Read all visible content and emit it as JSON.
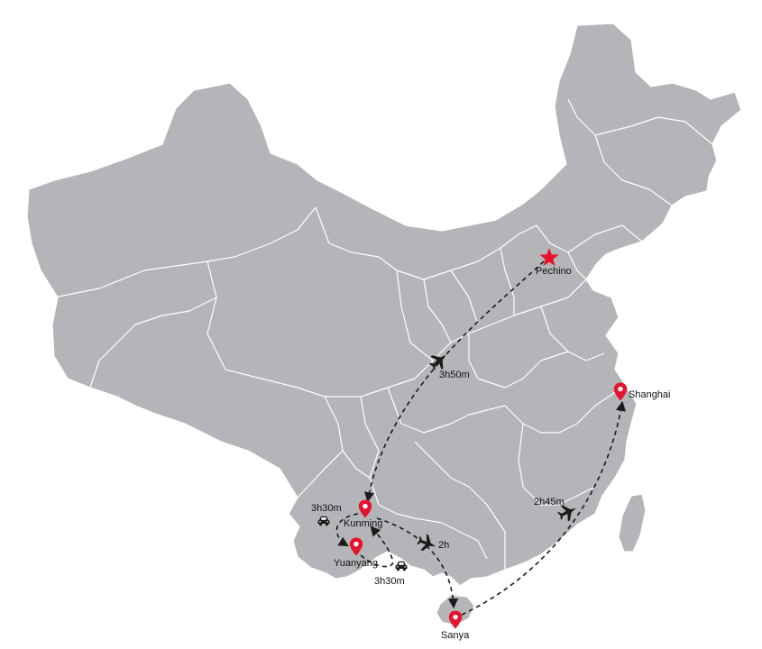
{
  "colors": {
    "land": "#b3b5b8",
    "border": "#ffffff",
    "route": "#1b1b1b",
    "pin": "#e5132d",
    "star": "#e5132d"
  },
  "cities": [
    {
      "id": "beijing",
      "label": "Pechino",
      "marker": "star-icon"
    },
    {
      "id": "shanghai",
      "label": "Shanghai",
      "marker": "map-pin-icon"
    },
    {
      "id": "kunming",
      "label": "Kunming",
      "marker": "map-pin-icon"
    },
    {
      "id": "yuanyang",
      "label": "Yuanyang",
      "marker": "map-pin-icon"
    },
    {
      "id": "sanya",
      "label": "Sanya",
      "marker": "map-pin-icon"
    }
  ],
  "routes": [
    {
      "from": "beijing",
      "to": "kunming",
      "mode": "airplane-icon",
      "duration": "3h50m"
    },
    {
      "from": "kunming",
      "to": "yuanyang",
      "mode": "car-icon",
      "duration": "3h30m"
    },
    {
      "from": "yuanyang",
      "to": "kunming",
      "mode": "car-icon",
      "duration": "3h30m"
    },
    {
      "from": "kunming",
      "to": "sanya",
      "mode": "airplane-icon",
      "duration": "2h"
    },
    {
      "from": "sanya",
      "to": "shanghai",
      "mode": "airplane-icon",
      "duration": "2h45m"
    }
  ]
}
